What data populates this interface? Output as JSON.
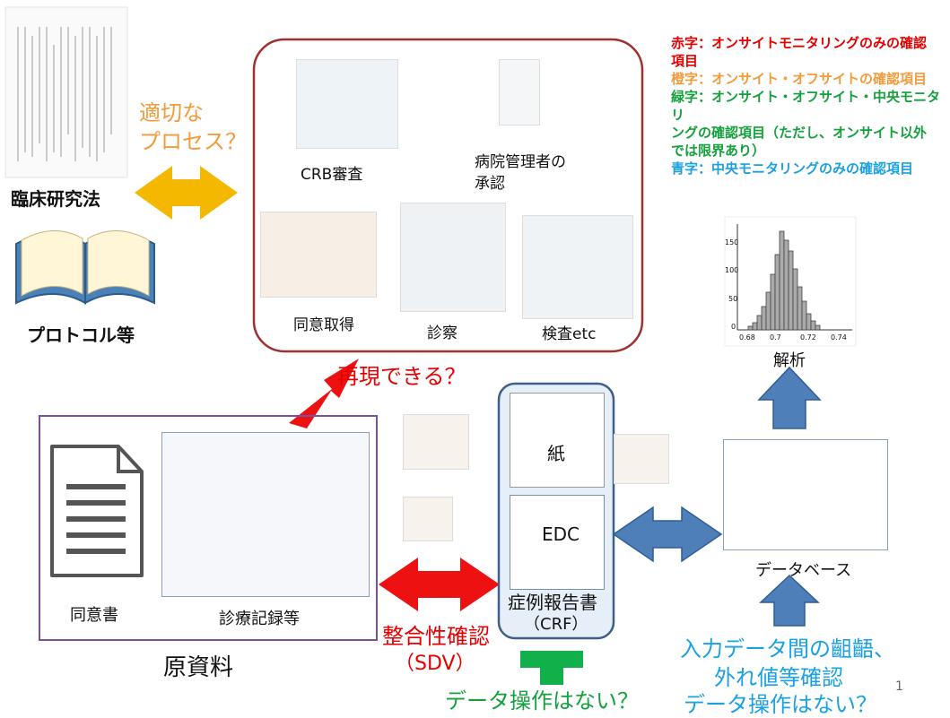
{
  "law": {
    "label": "臨床研究法"
  },
  "protocol": {
    "label": "プロトコル等"
  },
  "process_question": {
    "line1": "適切な",
    "line2": "プロセス？"
  },
  "hospital_box": {
    "crb": "CRB審査",
    "hospital_admin_line1": "病院管理者の",
    "hospital_admin_line2": "承認",
    "consent": "同意取得",
    "exam": "診察",
    "test": "検査etc"
  },
  "legend": {
    "red_line1": "赤字：オンサイトモニタリングのみの確認",
    "red_line2": "項目",
    "orange": "橙字：オンサイト・オフサイトの確認項目",
    "green_line1": "緑字：オンサイト・オフサイト・中央モニタリ",
    "green_line2": "ングの確認項目（ただし、オンサイト以外",
    "green_line3": "では限界あり）",
    "blue": "青字：中央モニタリングのみの確認項目",
    "colors": {
      "red": "#e60000",
      "orange": "#f39a3b",
      "green": "#14a03c",
      "blue": "#1ba1e2"
    }
  },
  "histogram": {
    "y_ticks": [
      "150",
      "100",
      "50",
      "0"
    ],
    "x_ticks": [
      "0.68",
      "0.7",
      "0.72",
      "0.74"
    ]
  },
  "analysis": {
    "label": "解析"
  },
  "reproduce": {
    "label": "再現できる？"
  },
  "source": {
    "consent_doc": "同意書",
    "records": "診療記録等",
    "title": "原資料"
  },
  "crf": {
    "paper": "紙",
    "edc": "EDC",
    "label_line1": "症例報告書",
    "label_line2": "（CRF）"
  },
  "database": {
    "label": "データベース"
  },
  "sdv": {
    "line1": "整合性確認",
    "line2": "（SDV）"
  },
  "data_question_green": {
    "label": "データ操作はない？"
  },
  "central": {
    "line1": "入力データ間の齟齬、",
    "line2": "外れ値等確認",
    "line3": "データ操作はない？"
  },
  "page_number": "1"
}
